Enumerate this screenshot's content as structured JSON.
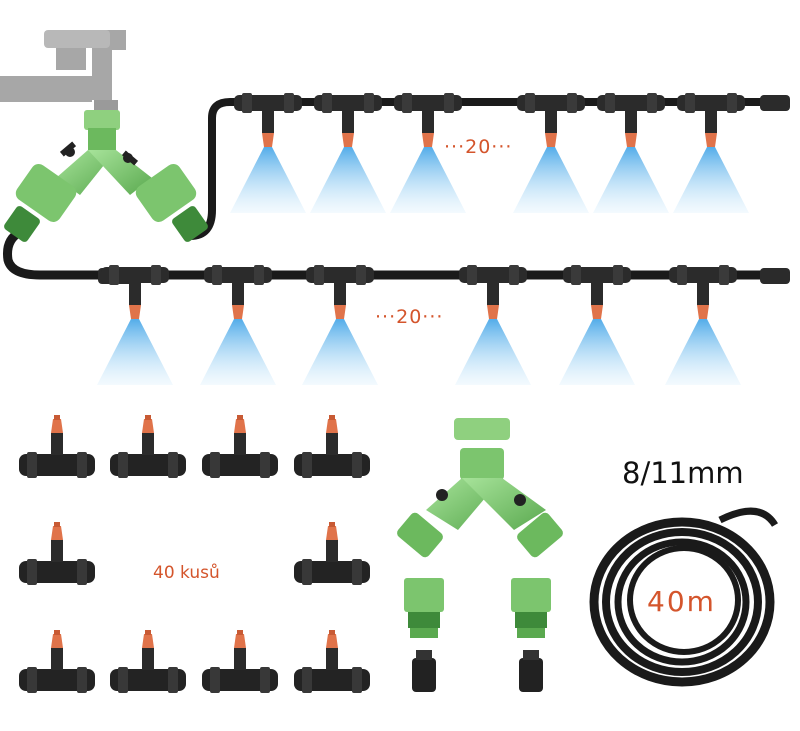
{
  "labels": {
    "count_top": "···20···",
    "count_bottom": "···20···",
    "pieces": "40 kusů",
    "diameter": "8/11mm",
    "length": "40m"
  },
  "colors": {
    "hose": "#1a1a1a",
    "fitting": "#2b2b2b",
    "nozzle": "#e0734a",
    "spray": "#7cc4ee",
    "connector_green": "#7cc56e",
    "connector_dark_green": "#3e8a3a",
    "faucet": "#a7a7a7",
    "accent_text": "#d4552c"
  },
  "icons": {
    "faucet": "faucet-icon",
    "splitter": "y-splitter-icon",
    "tee": "tee-nozzle-icon",
    "coil": "hose-coil-icon",
    "quick_connector": "quick-connector-icon"
  }
}
